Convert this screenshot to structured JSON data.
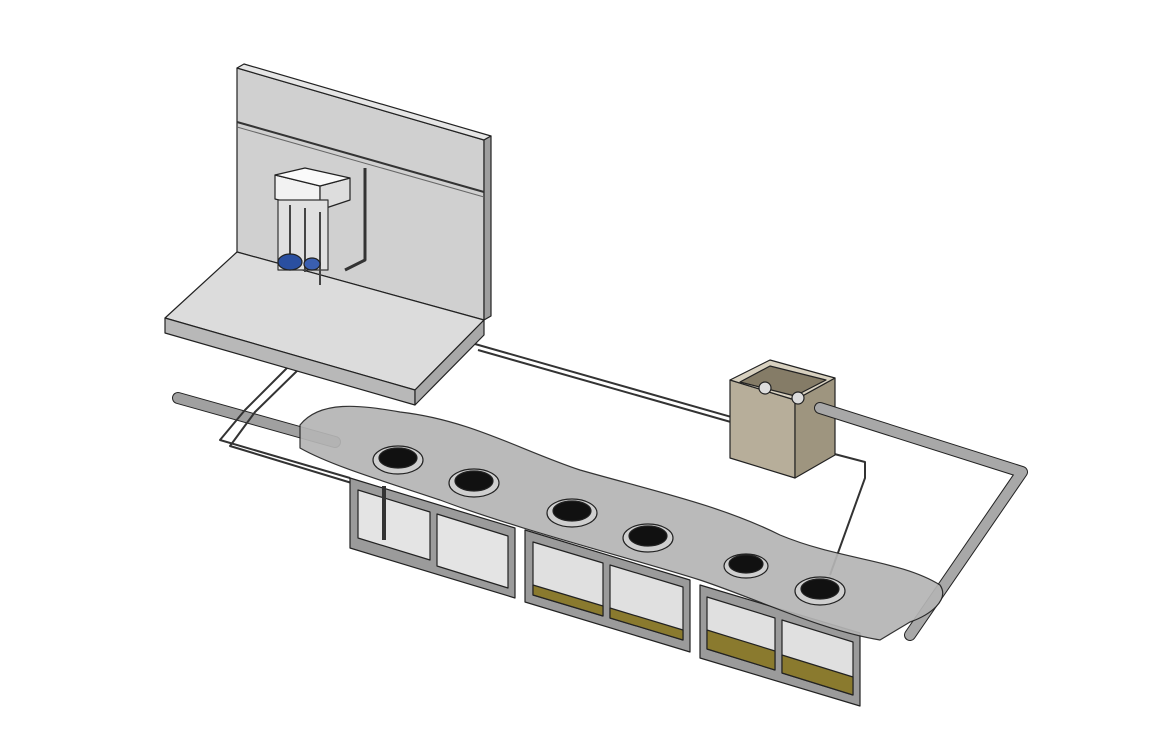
{
  "diagram": {
    "type": "isometric-cad-render",
    "colors": {
      "background": "#ffffff",
      "concrete": "#c9c9c9",
      "concrete_dark": "#a9a9a9",
      "pipe": "#9a9a9a",
      "outline": "#222222",
      "sludge": "#8a7a2e",
      "box": "#b7ae9a",
      "pump_blue": "#2a4fa0"
    },
    "manholes": 6,
    "tank_groups": 3
  }
}
